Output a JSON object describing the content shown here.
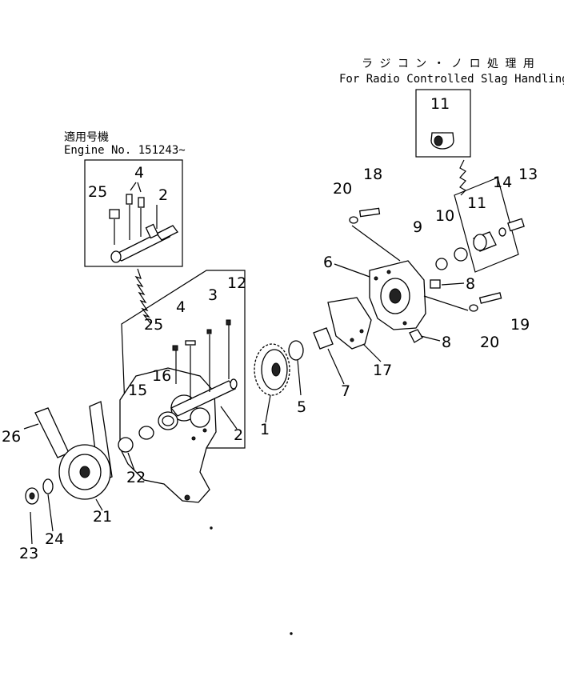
{
  "captions": {
    "radio_jp": "ラ ジ コ ン ・ ノ ロ 処 理 用",
    "radio_en": "For Radio Controlled Slag Handling",
    "engine_jp": "適用号機",
    "engine_en": "Engine No. 151243~"
  },
  "callouts": {
    "p1": "1",
    "p2a": "2",
    "p2b": "2",
    "p3": "3",
    "p4a": "4",
    "p4b": "4",
    "p5": "5",
    "p6": "6",
    "p7": "7",
    "p8a": "8",
    "p8b": "8",
    "p9": "9",
    "p10": "10",
    "p11a": "11",
    "p11b": "11",
    "p12": "12",
    "p13": "13",
    "p14": "14",
    "p15": "15",
    "p16": "16",
    "p17": "17",
    "p18": "18",
    "p19": "19",
    "p20a": "20",
    "p20b": "20",
    "p21": "21",
    "p22": "22",
    "p23": "23",
    "p24": "24",
    "p25a": "25",
    "p25b": "25",
    "p26": "26"
  }
}
